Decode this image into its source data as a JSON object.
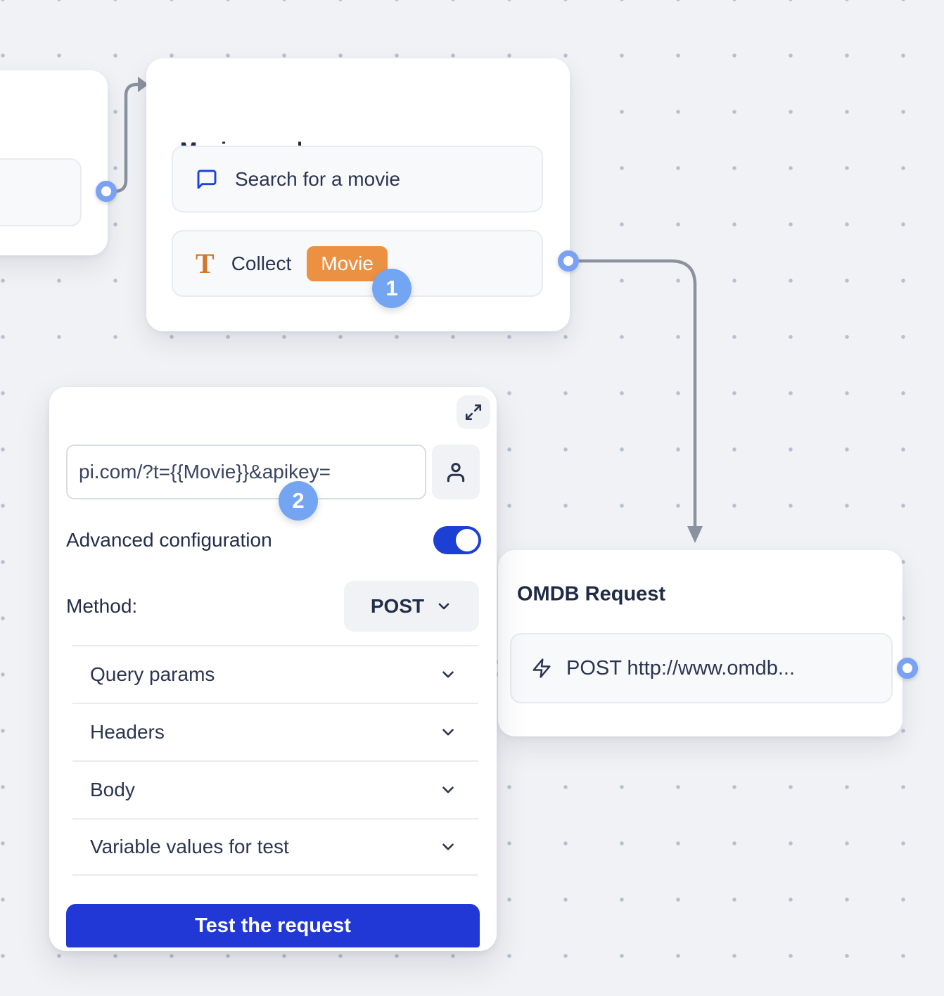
{
  "canvas": {
    "background": "#f0f2f5",
    "dot_color": "#b9c0cd"
  },
  "nodes": {
    "movie_search": {
      "title": "Movie search",
      "items": [
        {
          "icon": "chat-bubble-icon",
          "label": "Search for a movie"
        },
        {
          "icon": "text-input-icon",
          "label": "Collect",
          "chip": "Movie"
        }
      ]
    },
    "omdb_request": {
      "title": "OMDB Request",
      "items": [
        {
          "icon": "zap-icon",
          "label": "POST http://www.omdb..."
        }
      ]
    }
  },
  "config_panel": {
    "expand_icon": "expand-icon",
    "url_input": {
      "value": "pi.com/?t={{Movie}}&apikey="
    },
    "url_action_icon": "user-icon",
    "advanced_label": "Advanced configuration",
    "advanced_on": true,
    "method_label": "Method:",
    "method_value": "POST",
    "sections": [
      {
        "label": "Query params"
      },
      {
        "label": "Headers"
      },
      {
        "label": "Body"
      },
      {
        "label": "Variable values for test"
      }
    ],
    "test_button_label": "Test the request"
  },
  "annotations": {
    "step1": "1",
    "step2": "2"
  },
  "colors": {
    "primary_blue": "#2137d6",
    "toggle_blue": "#1c40d4",
    "badge_blue": "#74a5f2",
    "port_blue": "#7aa1f4",
    "chip_orange": "#ec9142",
    "icon_orange": "#d2782b",
    "chat_icon_blue": "#1d43dc",
    "connector_gray": "#8b919f",
    "text_dark": "#1f2a44"
  }
}
